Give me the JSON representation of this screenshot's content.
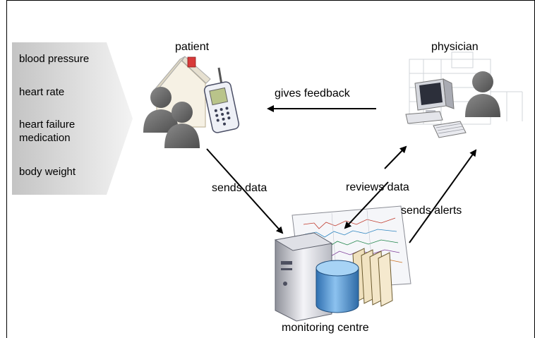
{
  "measurements": [
    "blood pressure",
    "heart rate",
    "heart failure\nmedication",
    "body weight"
  ],
  "nodes": {
    "patient": "patient",
    "physician": "physician",
    "monitoring_centre": "monitoring centre"
  },
  "edges": {
    "gives_feedback": "gives feedback",
    "sends_data": "sends data",
    "reviews_data": "reviews data",
    "sends_alerts": "sends alerts"
  },
  "colors": {
    "chevron_start": "#c4c4c4",
    "chevron_end": "#f3f3f3",
    "person": "#6d6d6d",
    "house_roof": "#d83a3a",
    "database": "#3f87c8",
    "arrow": "#000000"
  }
}
